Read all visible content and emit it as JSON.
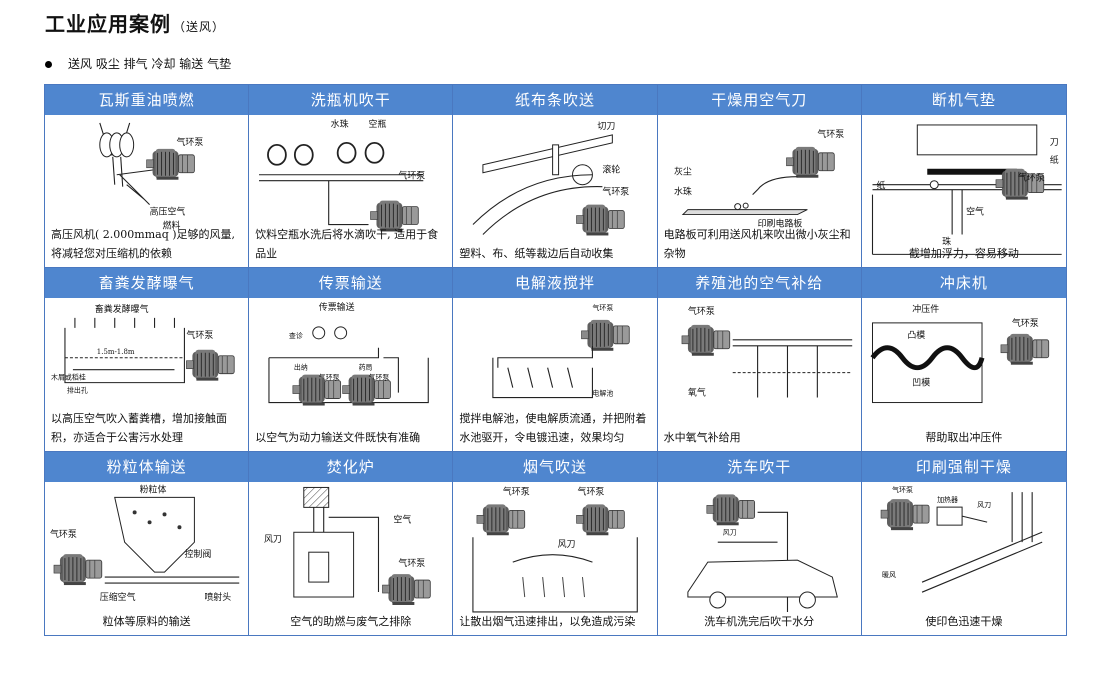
{
  "page": {
    "title": "工业应用案例",
    "subtitle": "（送风）",
    "tags_line": "送风 吸尘 排气 冷却 输送 气垫"
  },
  "cells": [
    {
      "title": "瓦斯重油喷燃",
      "caption": "高压风机( 2.000mmaq )足够的风量, 将减轻您对压缩机的依赖",
      "labels": [
        "气环泵",
        "高压空气",
        "燃料"
      ]
    },
    {
      "title": "洗瓶机吹干",
      "caption": "饮料空瓶水洗后将水滴吹干, 适用于食品业",
      "labels": [
        "水珠",
        "空瓶",
        "气环泵"
      ]
    },
    {
      "title": "纸布条吹送",
      "caption": "塑料、布、纸等裁边后自动收集",
      "labels": [
        "切刀",
        "滚轮",
        "气环泵"
      ]
    },
    {
      "title": "干燥用空气刀",
      "caption": "电路板可利用送风机来吹出微小灰尘和杂物",
      "labels": [
        "气环泵",
        "灰尘",
        "水珠",
        "印刷电路板"
      ]
    },
    {
      "title": "断机气垫",
      "caption": "截增加浮力，容易移动",
      "labels": [
        "刀",
        "纸",
        "气环泵",
        "纸",
        "空气",
        "珠"
      ]
    },
    {
      "title": "畜粪发酵曝气",
      "caption": "以高压空气吹入蓄粪槽，增加接触面积，亦适合于公害污水处理",
      "labels": [
        "畜粪发酵曝气",
        "气环泵",
        "1.5m-1.8m",
        "木屑或稻桂",
        "排出孔"
      ]
    },
    {
      "title": "传票输送",
      "caption": "以空气为动力输送文件既快有准确",
      "labels": [
        "传票输送",
        "查诊",
        "出纳",
        "气环泵",
        "药局",
        "气环泵"
      ]
    },
    {
      "title": "电解液搅拌",
      "caption": "搅拌电解池，使电解质流通，并把附着水池驱开，令电镀迅速，效果均匀",
      "labels": [
        "气环泵",
        "电解池"
      ]
    },
    {
      "title": "养殖池的空气补给",
      "caption": "水中氧气补给用",
      "labels": [
        "气环泵",
        "氧气"
      ]
    },
    {
      "title": "冲床机",
      "caption": "帮助取出冲压件",
      "labels": [
        "冲压件",
        "气环泵",
        "凸模",
        "凹模"
      ]
    },
    {
      "title": "粉粒体输送",
      "caption": "粒体等原料的输送",
      "labels": [
        "粉粒体",
        "气环泵",
        "控制阀",
        "压缩空气",
        "喷射头"
      ]
    },
    {
      "title": "焚化炉",
      "caption": "空气的助燃与废气之排除",
      "labels": [
        "空气",
        "风刀",
        "气环泵"
      ]
    },
    {
      "title": "烟气吹送",
      "caption": "让散出烟气迅速排出，以免造成污染",
      "labels": [
        "气环泵",
        "气环泵",
        "风刀"
      ]
    },
    {
      "title": "洗车吹干",
      "caption": "洗车机洗完后吹干水分",
      "labels": [
        "风刀"
      ]
    },
    {
      "title": "印刷强制干燥",
      "caption": "使印色迅速干燥",
      "labels": [
        "气环泵",
        "加热器",
        "风刀",
        "暖风"
      ]
    }
  ]
}
